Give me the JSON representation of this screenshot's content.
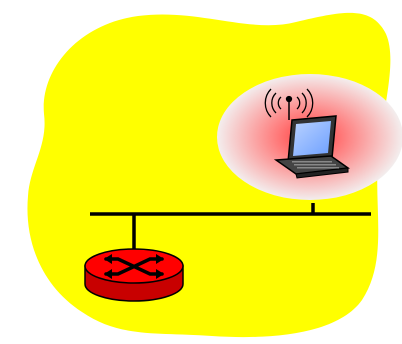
{
  "diagram": {
    "colors": {
      "background": "#ffffff",
      "network_area": "#ffff00",
      "halo_outer": "#f3eeee",
      "halo_inner": "#ff3b3b",
      "link": "#000000",
      "router": "#ff0000",
      "router_rim": "#c80000",
      "laptop_body": "#333333",
      "laptop_screen": "#6ea0ff"
    },
    "nodes": [
      {
        "id": "router",
        "icon": "router-icon"
      },
      {
        "id": "laptop",
        "icon": "wireless-laptop-icon"
      }
    ],
    "links": [
      {
        "from": "router",
        "to": "ethernet-bus"
      },
      {
        "from": "laptop",
        "to": "ethernet-bus"
      }
    ],
    "icons": {
      "network_area": "blob-shape",
      "bus": "ethernet-bus-line",
      "wireless": "wireless-signal-icon"
    }
  }
}
